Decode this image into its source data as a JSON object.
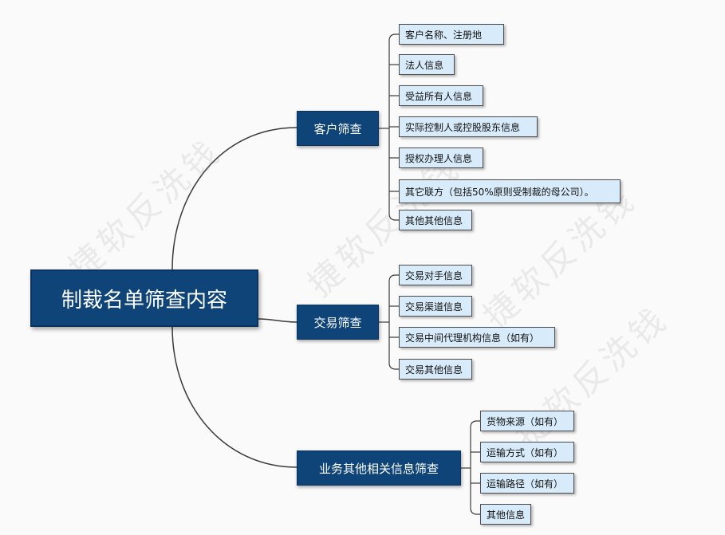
{
  "root": {
    "label": "制裁名单筛查内容"
  },
  "branches": [
    {
      "label": "客户筛查",
      "leaves": [
        "客户名称、注册地",
        "法人信息",
        "受益所有人信息",
        "实际控制人或控股股东信息",
        "授权办理人信息",
        "其它联方（包括50%原则受制裁的母公司）。",
        "其他其他信息"
      ]
    },
    {
      "label": "交易筛查",
      "leaves": [
        "交易对手信息",
        "交易渠道信息",
        "交易中间代理机构信息（如有）",
        "交易其他信息"
      ]
    },
    {
      "label": "业务其他相关信息筛查",
      "leaves": [
        "货物来源（如有）",
        "运输方式（如有）",
        "运输路径（如有）",
        "其他信息"
      ]
    }
  ],
  "watermark": "捷软反洗钱",
  "colors": {
    "node_fill": "#0e4478",
    "leaf_fill": "#d8ebfa",
    "connector": "#3a3a3a",
    "background": "#fafafa"
  }
}
